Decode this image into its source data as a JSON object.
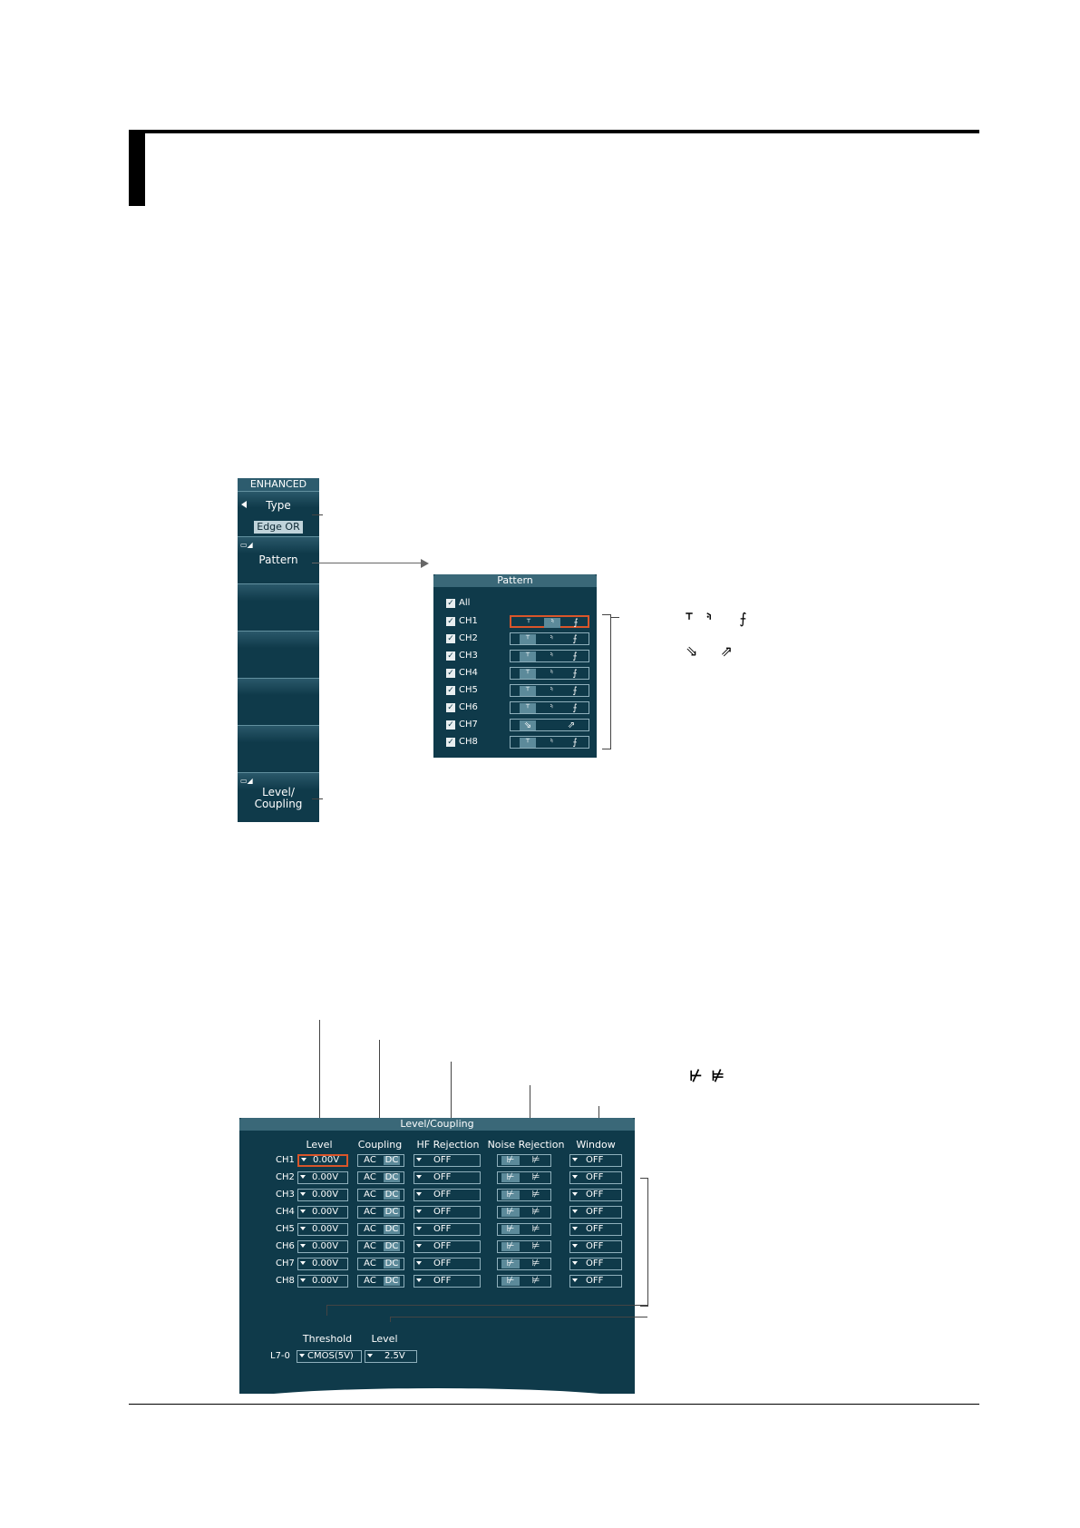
{
  "menu": {
    "title": "ENHANCED",
    "type_label": "Type",
    "type_value": "Edge OR",
    "pattern_label": "Pattern",
    "level_label_line1": "Level/",
    "level_label_line2": "Coupling"
  },
  "pattern_dialog": {
    "title": "Pattern",
    "all_label": "All",
    "rows": [
      {
        "ch": "CH1",
        "opts": [
          "rise",
          "fall",
          "both"
        ],
        "selected": 1,
        "highlight": true
      },
      {
        "ch": "CH2",
        "opts": [
          "rise",
          "fall",
          "both"
        ],
        "selected": 0
      },
      {
        "ch": "CH3",
        "opts": [
          "rise",
          "fall",
          "both"
        ],
        "selected": 0
      },
      {
        "ch": "CH4",
        "opts": [
          "rise",
          "fall",
          "both"
        ],
        "selected": 0
      },
      {
        "ch": "CH5",
        "opts": [
          "rise",
          "fall",
          "both"
        ],
        "selected": 0
      },
      {
        "ch": "CH6",
        "opts": [
          "rise",
          "fall",
          "both"
        ],
        "selected": 0
      },
      {
        "ch": "CH7",
        "opts": [
          "enter-window",
          "exit-window"
        ],
        "selected": 0
      },
      {
        "ch": "CH8",
        "opts": [
          "rise",
          "fall",
          "both"
        ],
        "selected": 0
      }
    ]
  },
  "level_coupling_dialog": {
    "title": "Level/Coupling",
    "headers": {
      "level": "Level",
      "coupling": "Coupling",
      "hf": "HF Rejection",
      "noise": "Noise Rejection",
      "window": "Window"
    },
    "rows": [
      {
        "ch": "CH1",
        "level": "0.00V",
        "ac": "AC",
        "dc": "DC",
        "hf": "OFF",
        "window": "OFF"
      },
      {
        "ch": "CH2",
        "level": "0.00V",
        "ac": "AC",
        "dc": "DC",
        "hf": "OFF",
        "window": "OFF"
      },
      {
        "ch": "CH3",
        "level": "0.00V",
        "ac": "AC",
        "dc": "DC",
        "hf": "OFF",
        "window": "OFF"
      },
      {
        "ch": "CH4",
        "level": "0.00V",
        "ac": "AC",
        "dc": "DC",
        "hf": "OFF",
        "window": "OFF"
      },
      {
        "ch": "CH5",
        "level": "0.00V",
        "ac": "AC",
        "dc": "DC",
        "hf": "OFF",
        "window": "OFF"
      },
      {
        "ch": "CH6",
        "level": "0.00V",
        "ac": "AC",
        "dc": "DC",
        "hf": "OFF",
        "window": "OFF"
      },
      {
        "ch": "CH7",
        "level": "0.00V",
        "ac": "AC",
        "dc": "DC",
        "hf": "OFF",
        "window": "OFF"
      },
      {
        "ch": "CH8",
        "level": "0.00V",
        "ac": "AC",
        "dc": "DC",
        "hf": "OFF",
        "window": "OFF"
      }
    ],
    "threshold_label": "Threshold",
    "threshold_level_label": "Level",
    "logic_ch": "L7-0",
    "threshold_value": "CMOS(5V)",
    "threshold_level_value": "2.5V"
  },
  "colors": {
    "panel": "#0f3a4a",
    "selected": "#5c8a9a",
    "highlight": "#d9552a"
  }
}
